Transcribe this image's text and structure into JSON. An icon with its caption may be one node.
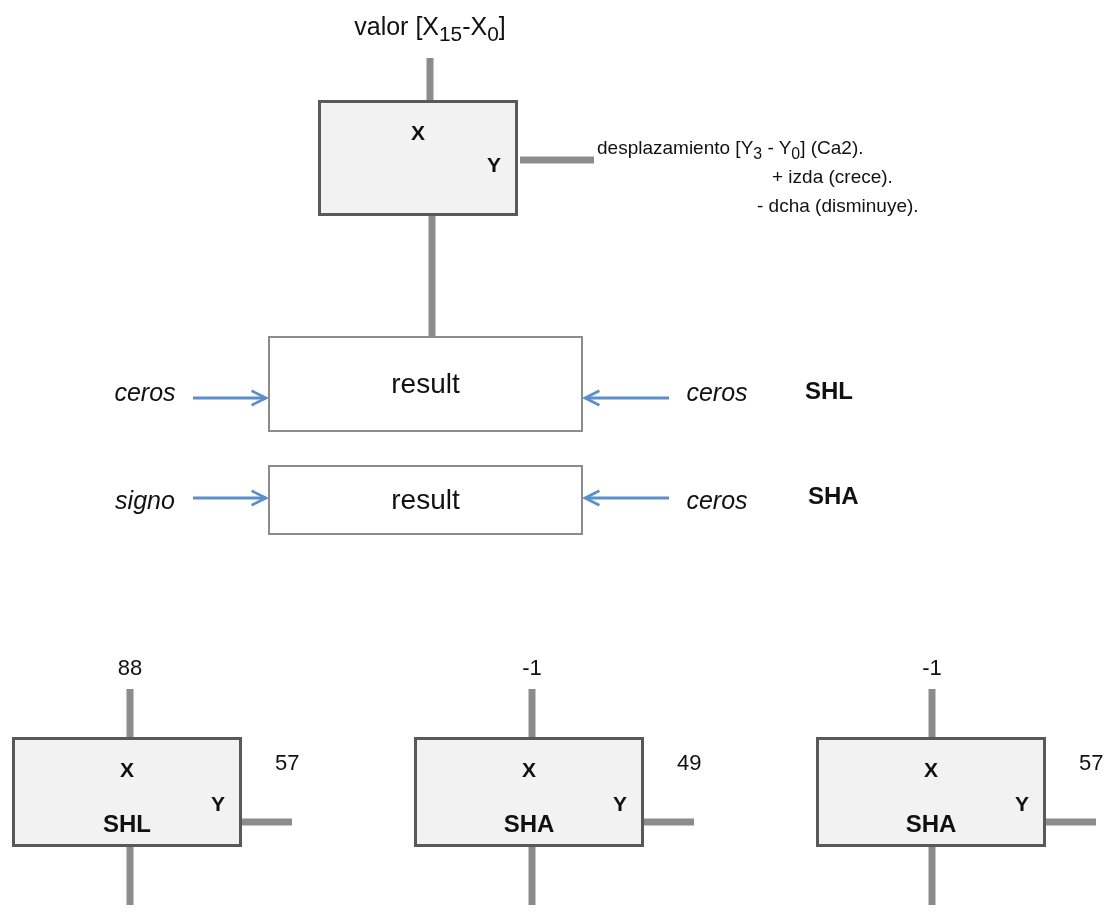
{
  "diagram": {
    "nodes": [
      {
        "text": [
          "valor [X$_{15}$-X$_{0}$]"
        ]
      },
      {
        "text": [
          "X",
          "Y"
        ]
      },
      {
        "text": [
          "desplazamiento [Y$_{3}$ - Y$_{0}$] (Ca2).",
          "+ izda (crece).",
          "- dcha (disminuye)."
        ]
      },
      {
        "text": [
          "result"
        ]
      },
      {
        "text": [
          "ceros"
        ]
      },
      {
        "text": [
          "ceros"
        ]
      },
      {
        "text": [
          "result"
        ]
      },
      {
        "text": [
          "signo"
        ]
      },
      {
        "text": [
          "ceros"
        ]
      },
      {
        "text": [
          "88"
        ]
      },
      {
        "text": [
          "X",
          "Y",
          "SHL"
        ]
      },
      {
        "text": [
          "-1"
        ]
      },
      {
        "text": [
          "X",
          "Y",
          "SHA"
        ]
      },
      {
        "text": [
          "-1"
        ]
      },
      {
        "text": [
          "X",
          "Y",
          "SHA"
        ]
      }
    ],
    "edges": [
      {
        "from": 0,
        "to": 1,
        "arrow": "none"
      },
      {
        "from": 2,
        "to": 1,
        "arrow": "none"
      },
      {
        "from": 1,
        "to": 3,
        "arrow": "none"
      },
      {
        "from": 4,
        "to": 3,
        "arrow": "to",
        "color": "#5b8fc9"
      },
      {
        "from": 5,
        "to": 3,
        "arrow": "to",
        "color": "#5b8fc9"
      },
      {
        "from": 7,
        "to": 6,
        "arrow": "to",
        "color": "#5b8fc9"
      },
      {
        "from": 8,
        "to": 6,
        "arrow": "to",
        "color": "#5b8fc9"
      },
      {
        "from": 9,
        "to": 10,
        "arrow": "none"
      },
      {
        "from": 10,
        "to": null,
        "arrow": "none"
      },
      {
        "from": 10,
        "to": null,
        "arrow": "none"
      },
      {
        "from": 11,
        "to": 12,
        "arrow": "none"
      },
      {
        "from": 12,
        "to": null,
        "arrow": "none"
      },
      {
        "from": 12,
        "to": null,
        "arrow": "none"
      },
      {
        "from": 13,
        "to": 14,
        "arrow": "none"
      },
      {
        "from": 14,
        "to": null,
        "arrow": "none"
      },
      {
        "from": 14,
        "to": null,
        "arrow": "none"
      }
    ],
    "labels": [
      "SHL",
      "SHA",
      "57",
      "49",
      "57"
    ]
  }
}
